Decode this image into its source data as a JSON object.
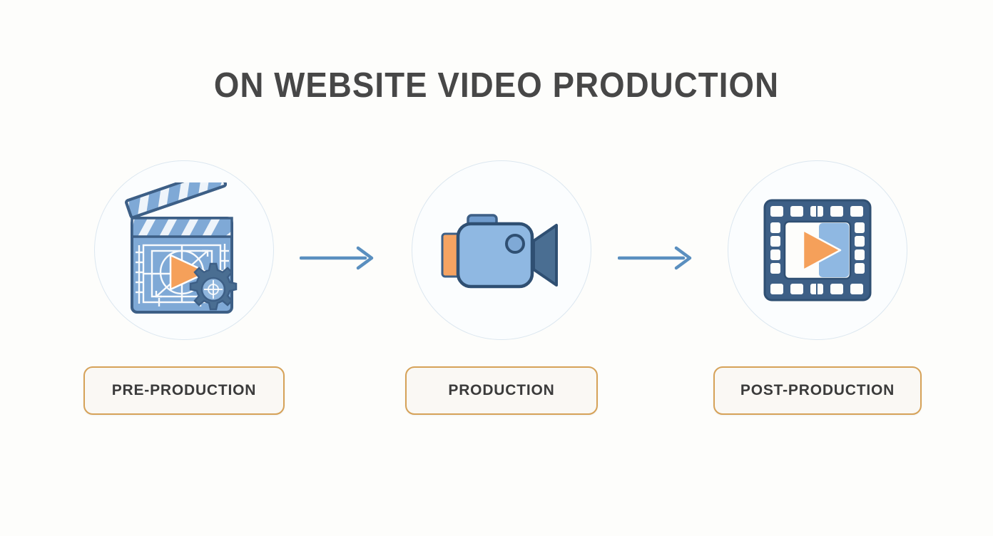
{
  "page": {
    "title": "ON WEBSITE VIDEO PRODUCTION",
    "background_color": "#fdfdfb",
    "title_color": "#474747"
  },
  "theme": {
    "accent_blue": "#7fa9d6",
    "dark_blue": "#3d5f86",
    "arrow_blue": "#5a8fbf",
    "orange": "#f5a05a",
    "pill_border": "#d6a258",
    "pill_fill": "#faf8f4",
    "circle_fill": "#fbfdfe",
    "circle_border": "#dce7f0"
  },
  "steps": [
    {
      "id": "pre-production",
      "label": "PRE-PRODUCTION",
      "icon": "clapperboard-blueprint-gear-icon"
    },
    {
      "id": "production",
      "label": "PRODUCTION",
      "icon": "video-camera-icon"
    },
    {
      "id": "post-production",
      "label": "POST-PRODUCTION",
      "icon": "film-frame-play-icon"
    }
  ],
  "connectors": [
    {
      "id": "arrow-1",
      "icon": "arrow-right-icon"
    },
    {
      "id": "arrow-2",
      "icon": "arrow-right-icon"
    }
  ]
}
